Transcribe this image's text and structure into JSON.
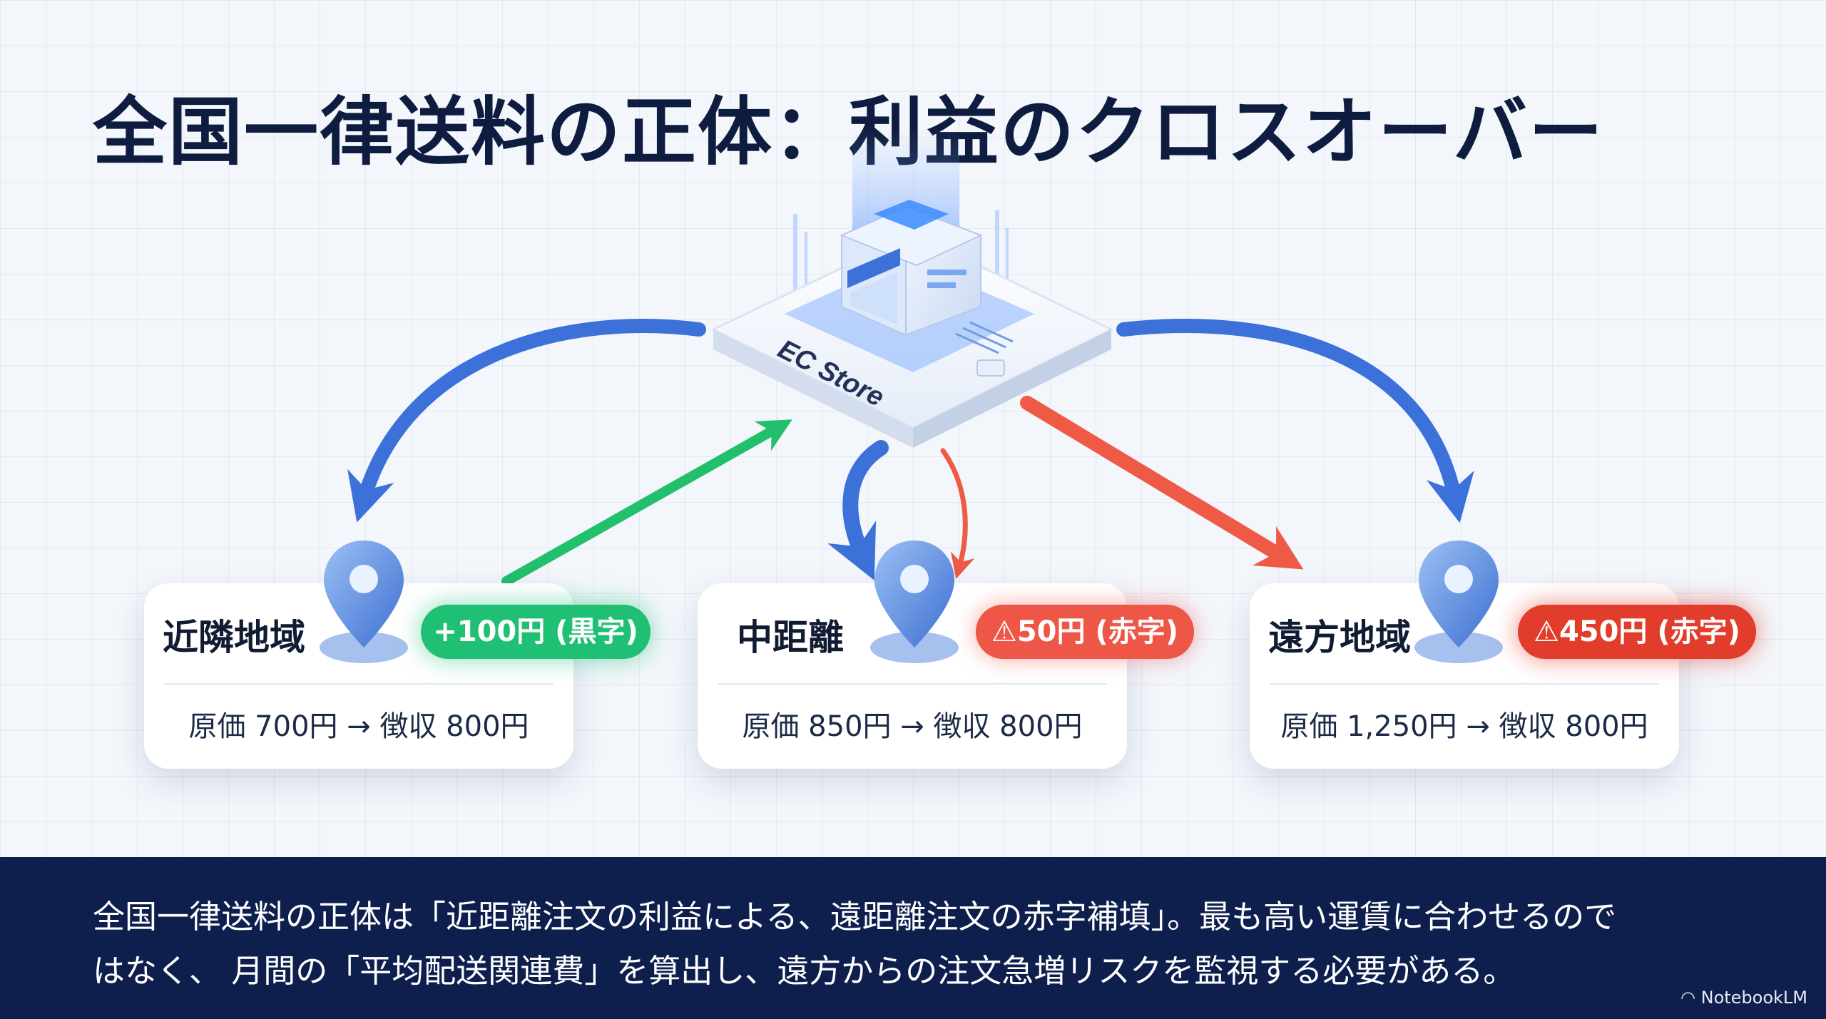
{
  "title": "全国一律送料の正体：利益のクロスオーバー",
  "store": {
    "label": "EC Store"
  },
  "regions": [
    {
      "name": "近隣地域",
      "badge": "+100円 (黒字)",
      "status": "profit",
      "detail": "原価 700円 → 徴収 800円"
    },
    {
      "name": "中距離",
      "badge": "50円 (赤字)",
      "status": "loss",
      "detail": "原価 850円 → 徴収 800円"
    },
    {
      "name": "遠方地域",
      "badge": "450円 (赤字)",
      "status": "loss",
      "detail": "原価 1,250円 → 徴収 800円"
    }
  ],
  "footer": {
    "line1": "全国一律送料の正体は「近距離注文の利益による、遠距離注文の赤字補填」。最も高い運賃に合わせるので",
    "line2": "はなく、 月間の「平均配送関連費」を算出し、遠方からの注文急増リスクを監視する必要がある。"
  },
  "brand": "NotebookLM",
  "colors": {
    "navy": "#0e1f4d",
    "blue_arrow": "#3b71d9",
    "green": "#1fbf74",
    "red": "#ee5647"
  },
  "icons": [
    "store-icon",
    "location-pin-icon",
    "warning-icon",
    "notebooklm-logo-icon"
  ]
}
